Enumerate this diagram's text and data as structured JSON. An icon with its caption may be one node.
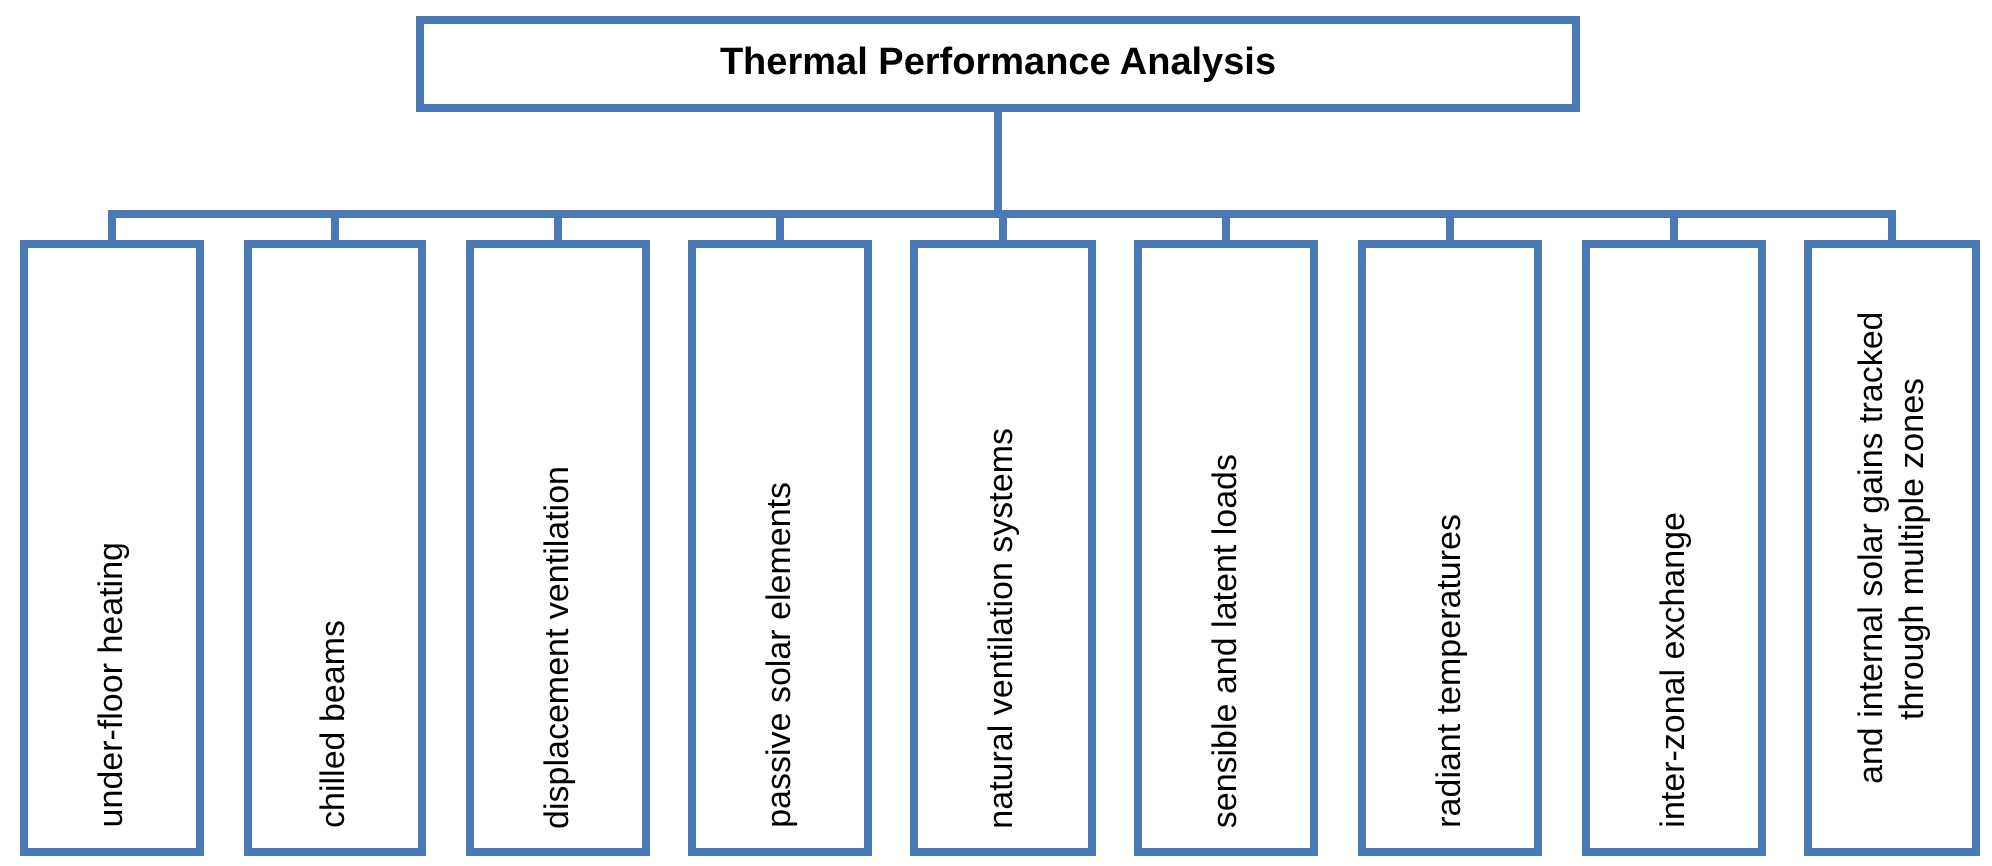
{
  "diagram": {
    "nodes": [
      {
        "text": [
          "Thermal Performance Analysis"
        ]
      },
      {
        "text": [
          "under-floor heating"
        ]
      },
      {
        "text": [
          "chilled beams"
        ]
      },
      {
        "text": [
          "displacement ventilation"
        ]
      },
      {
        "text": [
          "passive solar elements"
        ]
      },
      {
        "text": [
          "natural ventilation systems"
        ]
      },
      {
        "text": [
          "sensible and latent loads"
        ]
      },
      {
        "text": [
          "radiant temperatures"
        ]
      },
      {
        "text": [
          "inter-zonal exchange"
        ]
      },
      {
        "text": [
          "and internal solar gains tracked through multiple zones"
        ]
      }
    ],
    "edges": [
      {
        "from": 0,
        "to": 1,
        "arrow": "none"
      },
      {
        "from": 0,
        "to": 2,
        "arrow": "none"
      },
      {
        "from": 0,
        "to": 3,
        "arrow": "none"
      },
      {
        "from": 0,
        "to": 4,
        "arrow": "none"
      },
      {
        "from": 0,
        "to": 5,
        "arrow": "none"
      },
      {
        "from": 0,
        "to": 6,
        "arrow": "none"
      },
      {
        "from": 0,
        "to": 7,
        "arrow": "none"
      },
      {
        "from": 0,
        "to": 8,
        "arrow": "none"
      },
      {
        "from": 0,
        "to": 9,
        "arrow": "none"
      }
    ]
  }
}
